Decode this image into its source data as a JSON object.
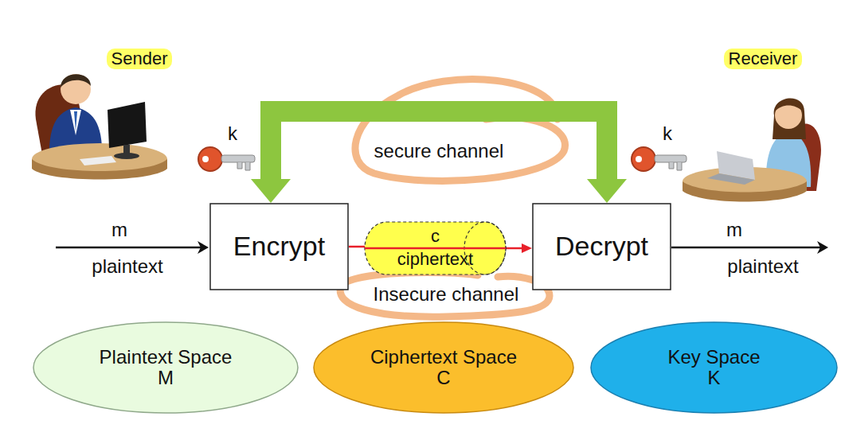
{
  "diagram": {
    "nodes": [
      {
        "text": [
          "Encrypt"
        ]
      },
      {
        "text": [
          "c",
          "ciphertext"
        ]
      },
      {
        "text": [
          "Decrypt"
        ]
      },
      {
        "text": [
          "Plaintext Space",
          "M"
        ]
      },
      {
        "text": [
          "Ciphertext Space",
          "C"
        ]
      },
      {
        "text": [
          "Key Space",
          "K"
        ]
      }
    ],
    "edges": [
      {
        "from": 0,
        "to": 1,
        "arrow": "none"
      },
      {
        "from": 1,
        "to": 2,
        "arrow": "to"
      },
      {
        "from": 0,
        "to": 2,
        "label": "secure channel",
        "arrow": "both"
      }
    ],
    "labels": [
      "Sender",
      "Receiver",
      "k",
      "k",
      "m",
      "plaintext",
      "m",
      "plaintext",
      "Insecure channel"
    ]
  }
}
